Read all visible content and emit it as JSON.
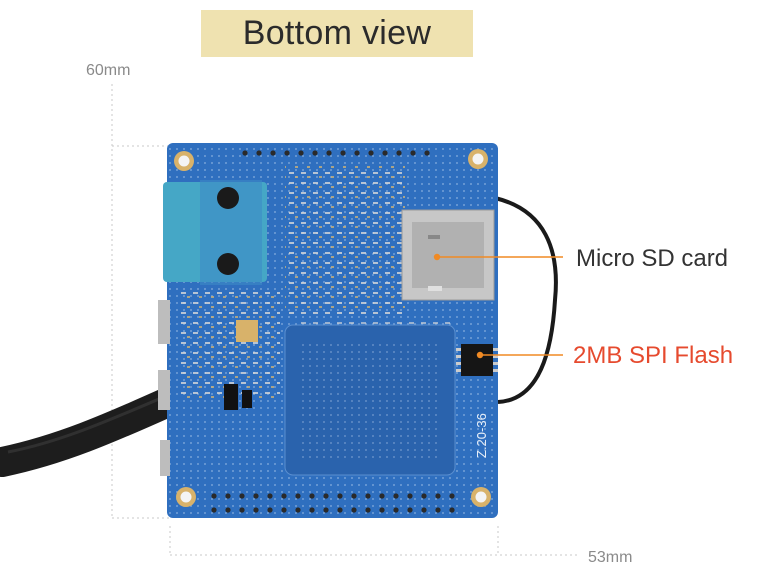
{
  "title": "Bottom view",
  "dimensions": {
    "height": "60mm",
    "width": "53mm"
  },
  "callouts": [
    {
      "label": "Micro SD card",
      "color": "#333333"
    },
    {
      "label": "2MB SPI Flash",
      "color": "#e64a2e"
    }
  ],
  "board_marking": "Z.20-36",
  "colors": {
    "title_background": "#efe2b0",
    "board": "#2f6fbf",
    "leader_line": "#f08a24"
  }
}
